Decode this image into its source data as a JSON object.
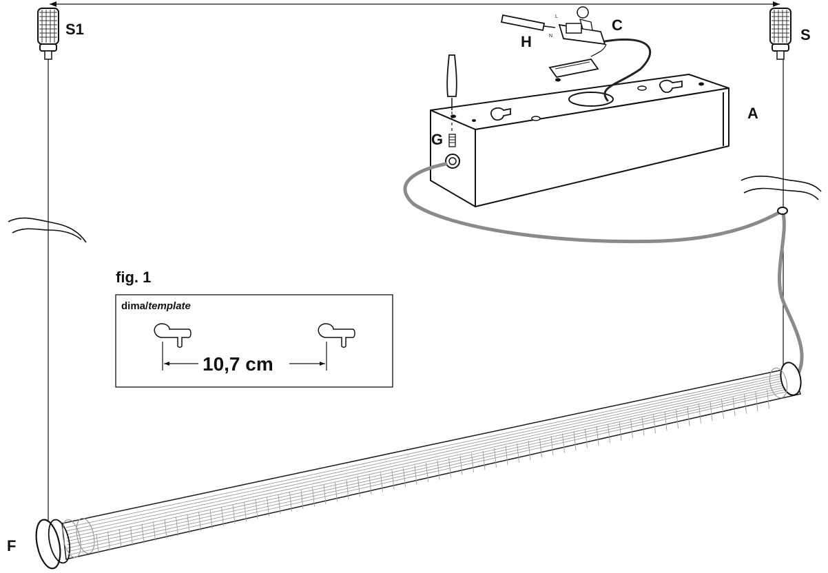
{
  "labels": {
    "s1": "S1",
    "s": "S",
    "h": "H",
    "c": "C",
    "a": "A",
    "g": "G",
    "f": "F"
  },
  "figure": {
    "title": "fig. 1",
    "template_label_prefix": "dima/",
    "template_label_italic": "template",
    "dimension": "10,7 cm"
  },
  "connector_marks": {
    "l": "L",
    "n": "N"
  }
}
